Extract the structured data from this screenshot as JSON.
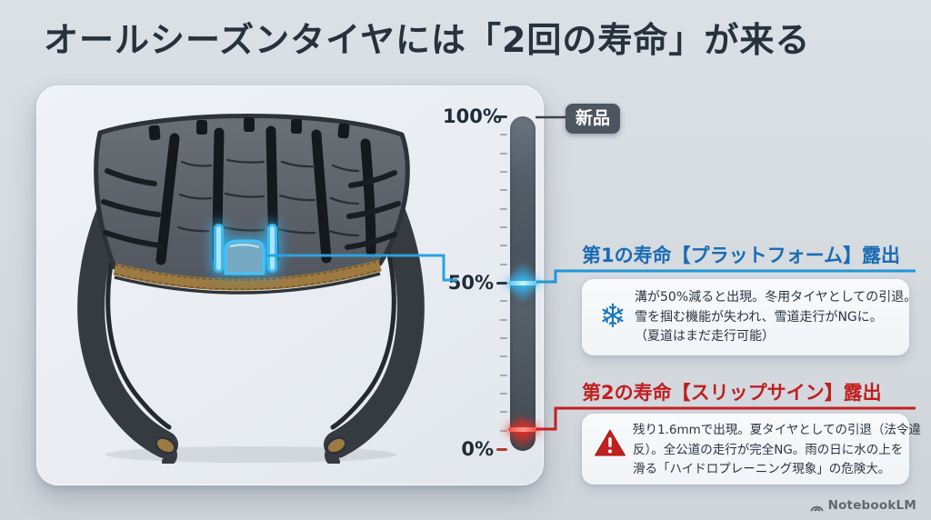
{
  "title": "オールシーズンタイヤには「2回の寿命」が来る",
  "gauge": {
    "top_label": "新品",
    "ticks": [
      {
        "label": "100%",
        "pct": 100,
        "tick_color": "#2b3844"
      },
      {
        "label": "50%",
        "pct": 50,
        "tick_color": "#2b3844"
      },
      {
        "label": "0%",
        "pct": 0,
        "tick_color": "#b03a32"
      }
    ],
    "markers": [
      {
        "name": "platform-marker",
        "pct": 50,
        "color": "#35b9f2"
      },
      {
        "name": "slip-sign-marker",
        "pct": 6,
        "color": "#e42b22"
      }
    ]
  },
  "sections": [
    {
      "heading": "第1の寿命【プラットフォーム】露出",
      "accent": "#1a6cb3",
      "line_color": "#2196d6",
      "icon": "snowflake-icon",
      "glyph": "❄",
      "lines": [
        "溝が50%減ると出現。冬用タイヤとしての引退。",
        "雪を掴む機能が失われ、雪道走行がNGに。",
        "（夏道はまだ走行可能）"
      ]
    },
    {
      "heading": "第2の寿命【スリップサイン】露出",
      "accent": "#c11f1f",
      "line_color": "#c4201f",
      "icon": "warning-icon",
      "lines": [
        "残り1.6mmで出現。夏タイヤとしての引退（法令違",
        "反）。全公道の走行が完全NG。雨の日に水の上を",
        "滑る「ハイドロプレーニング現象」の危険大。"
      ]
    }
  ],
  "watermark": "NotebookLM"
}
